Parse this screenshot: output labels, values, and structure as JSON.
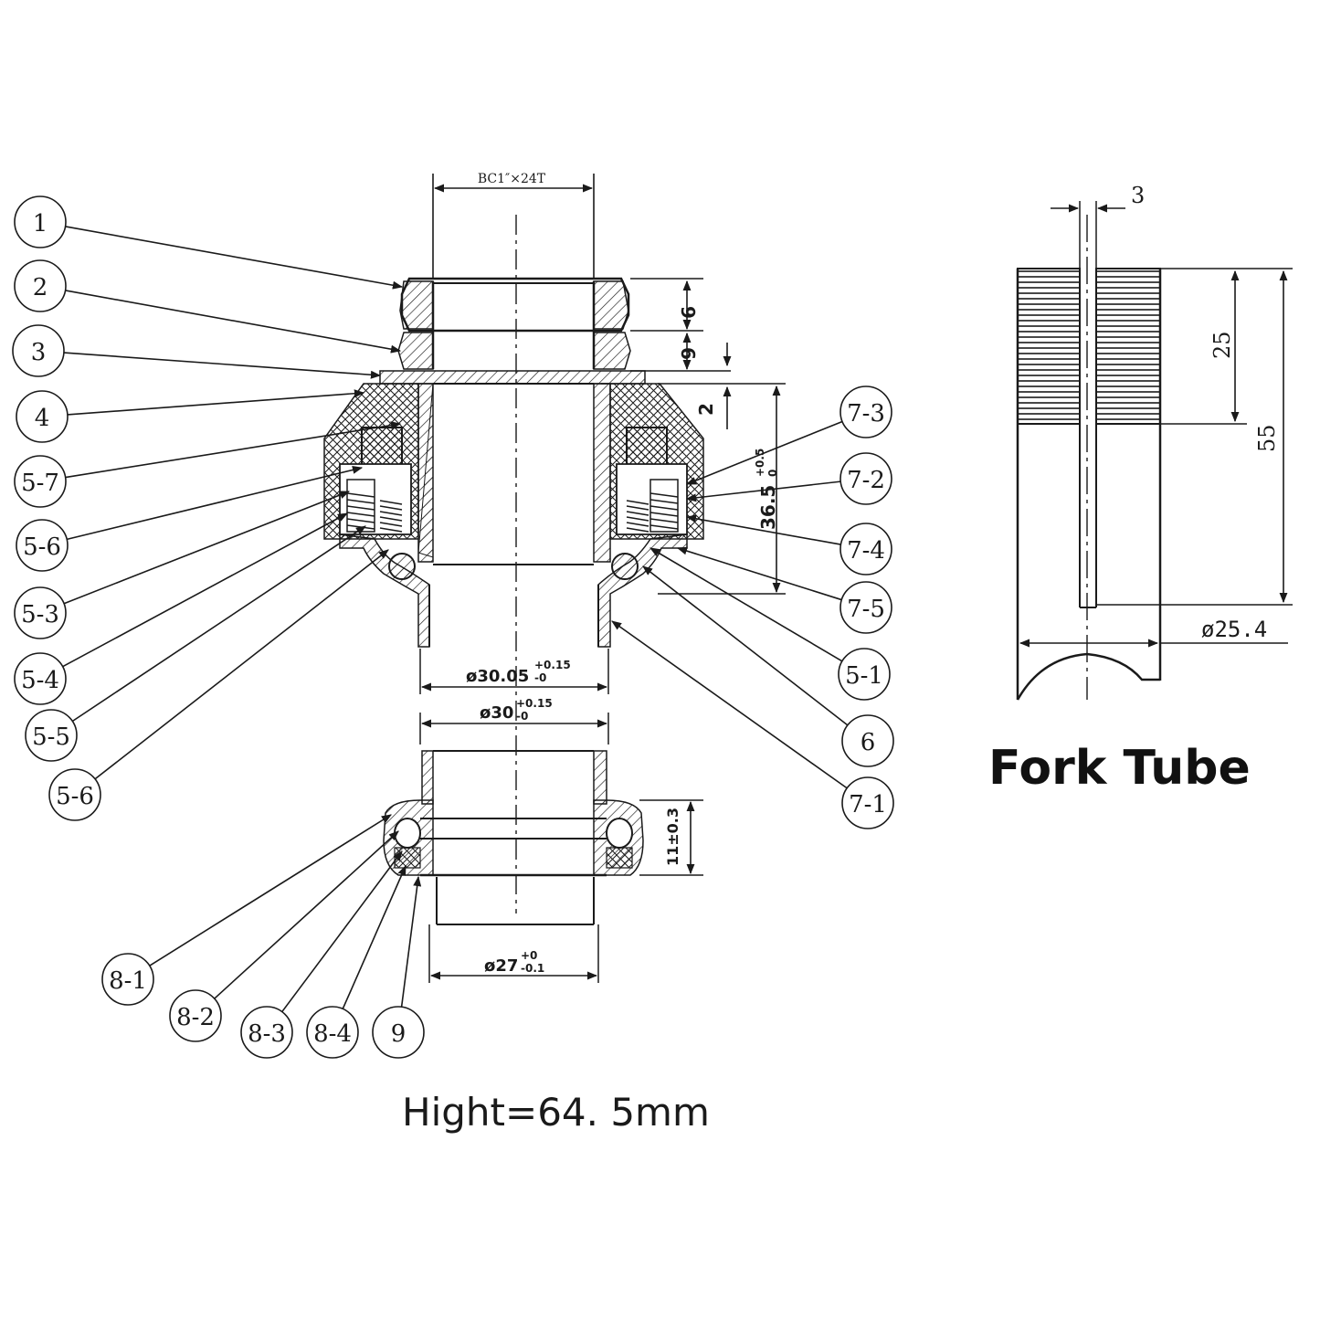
{
  "top_thread_label": "BC1″×24T",
  "callouts_left": [
    "1",
    "2",
    "3",
    "4",
    "5-7",
    "5-6",
    "5-3",
    "5-4",
    "5-5",
    "5-6"
  ],
  "callouts_right": [
    "7-3",
    "7-2",
    "7-4",
    "7-5",
    "5-1",
    "6",
    "7-1"
  ],
  "callouts_bottom": [
    "8-1",
    "8-2",
    "8-3",
    "8-4",
    "9"
  ],
  "dimensions": {
    "d9": "9",
    "d6": "6",
    "d2": "2",
    "d365": "36.5",
    "d365_tol_top": "+0.5",
    "d365_tol_bot": "0",
    "d3005": "ø30.05",
    "d3005_tol_top": "+0.15",
    "d3005_tol_bot": "-0",
    "d30": "ø30",
    "d30_tol_top": "+0.15",
    "d30_tol_bot": "-0",
    "d11": "11±0.3",
    "d27": "ø27",
    "d27_tol_top": "+0",
    "d27_tol_bot": "-0.1"
  },
  "fork_tube": {
    "title": "Fork Tube",
    "dim3": "3",
    "dim25": "25",
    "dim55": "55",
    "dim254": "ø25.4"
  },
  "height_label": "Hight=64. 5mm",
  "colors": {
    "ink": "#1a1a1a",
    "background": "#ffffff"
  }
}
